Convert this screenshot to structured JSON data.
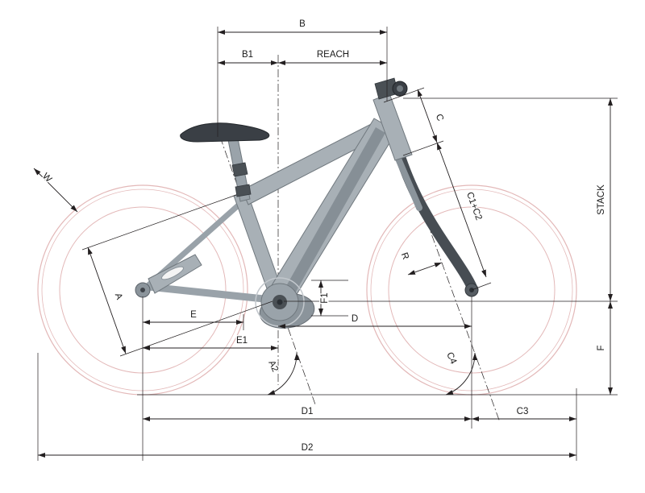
{
  "diagram": {
    "type": "bicycle-geometry-dimension-drawing",
    "background": "#ffffff",
    "colors": {
      "dimension": "#231f20",
      "wheel": "#e3b8b8",
      "frame_light": "#a8b0b6",
      "frame_mid": "#8b949b",
      "frame_dark": "#474d53",
      "saddle": "#3a3f45"
    },
    "labels": {
      "a": "A",
      "a2": "A2",
      "b": "B",
      "b1": "B1",
      "reach": "REACH",
      "c": "C",
      "c1c2": "C1+C2",
      "c3": "C3",
      "c4": "C4",
      "d": "D",
      "d1": "D1",
      "d2": "D2",
      "e": "E",
      "e1": "E1",
      "f": "F",
      "f1": "F1",
      "r": "R",
      "stack": "STACK",
      "w": "W"
    }
  }
}
